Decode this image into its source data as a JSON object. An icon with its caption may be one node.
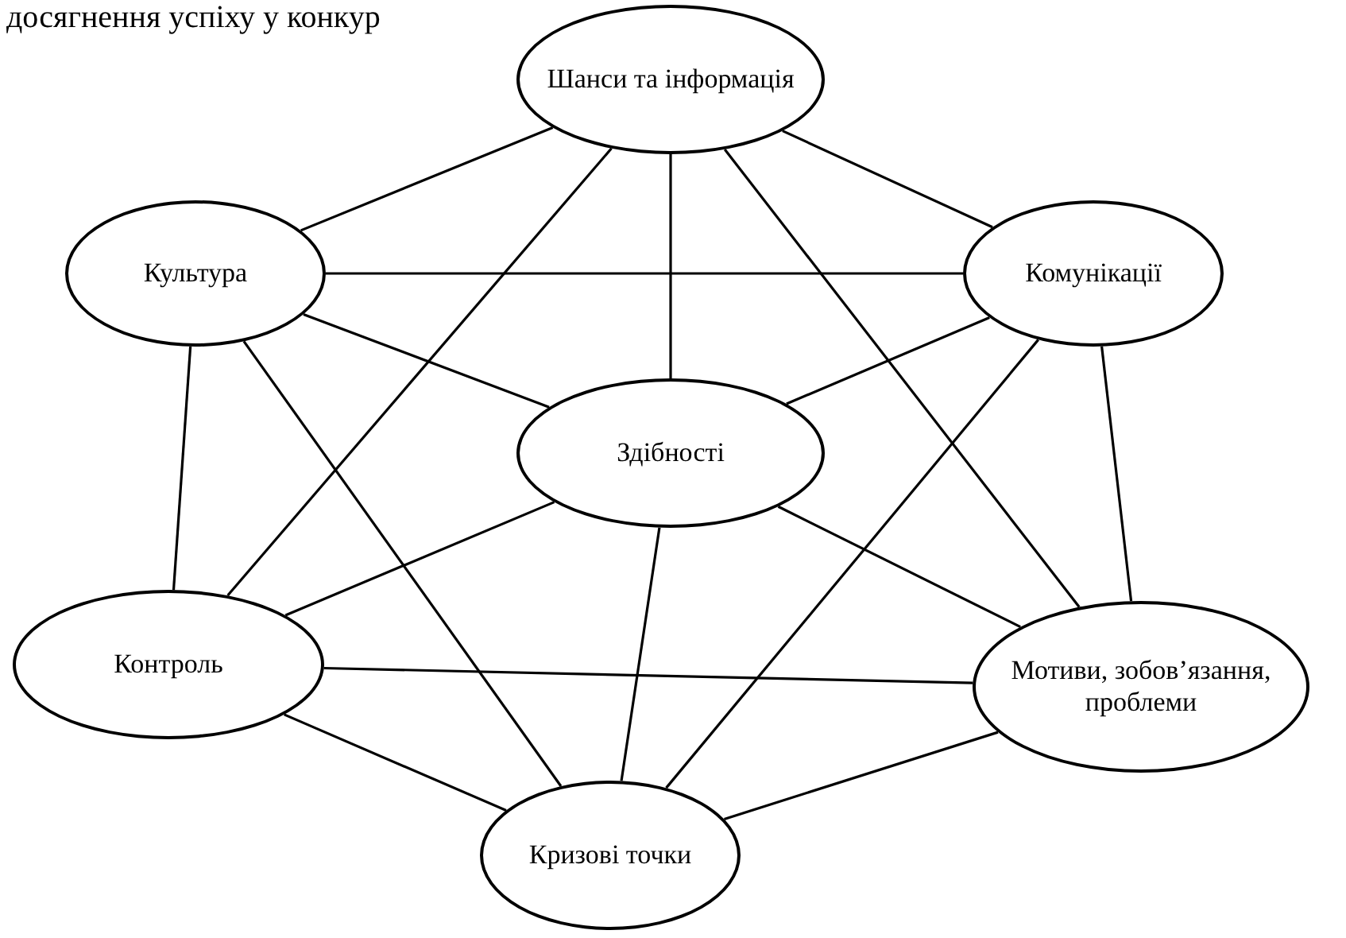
{
  "diagram": {
    "nodes": [
      {
        "text": [
          "Шанси та інформація"
        ]
      },
      {
        "text": [
          "Культура"
        ]
      },
      {
        "text": [
          "Комунікації"
        ]
      },
      {
        "text": [
          "Здібності"
        ]
      },
      {
        "text": [
          "Контроль"
        ]
      },
      {
        "text": [
          "Мотиви, зобов’язання, проблеми"
        ]
      },
      {
        "text": [
          "Кризові точки"
        ]
      }
    ],
    "edges": [
      {
        "from": 0,
        "to": 1,
        "arrow": "none"
      },
      {
        "from": 0,
        "to": 2,
        "arrow": "none"
      },
      {
        "from": 0,
        "to": 3,
        "arrow": "none"
      },
      {
        "from": 0,
        "to": 4,
        "arrow": "none"
      },
      {
        "from": 0,
        "to": 5,
        "arrow": "none"
      },
      {
        "from": 1,
        "to": 2,
        "arrow": "none"
      },
      {
        "from": 1,
        "to": 3,
        "arrow": "none"
      },
      {
        "from": 1,
        "to": 4,
        "arrow": "none"
      },
      {
        "from": 1,
        "to": 6,
        "arrow": "none"
      },
      {
        "from": 2,
        "to": 3,
        "arrow": "none"
      },
      {
        "from": 2,
        "to": 5,
        "arrow": "none"
      },
      {
        "from": 2,
        "to": 6,
        "arrow": "none"
      },
      {
        "from": 3,
        "to": 4,
        "arrow": "none"
      },
      {
        "from": 3,
        "to": 5,
        "arrow": "none"
      },
      {
        "from": 3,
        "to": 6,
        "arrow": "none"
      },
      {
        "from": 4,
        "to": 5,
        "arrow": "none"
      },
      {
        "from": 4,
        "to": 6,
        "arrow": "none"
      },
      {
        "from": 5,
        "to": 6,
        "arrow": "none"
      }
    ],
    "labels": [
      "досягнення успіху у конкур"
    ]
  }
}
